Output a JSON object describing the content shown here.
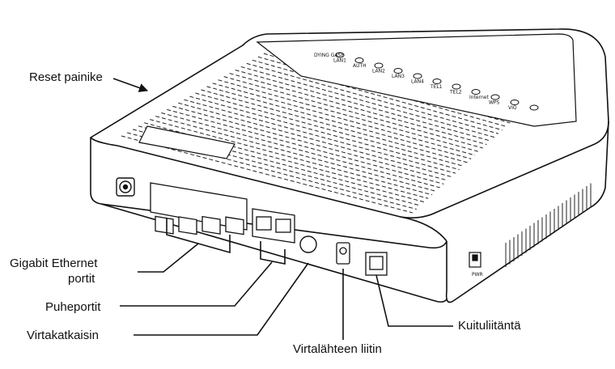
{
  "labels": {
    "reset": "Reset painike",
    "ethernet_line1": "Gigabit Ethernet",
    "ethernet_line2": "portit",
    "voice": "Puheportit",
    "power_switch": "Virtakatkaisin",
    "power_connector": "Virtalähteen liitin",
    "fiber": "Kuituliitäntä"
  },
  "device_markings": {
    "led_labels": [
      "DYING GASP",
      "LAN1",
      "AUTH",
      "LAN2",
      "LAN3",
      "LAN4",
      "TEL1",
      "TEL2",
      "Internet",
      "WPS",
      "VIO"
    ],
    "power_switch_label": "PWR"
  },
  "colors": {
    "ink": "#111111",
    "background": "#ffffff"
  }
}
